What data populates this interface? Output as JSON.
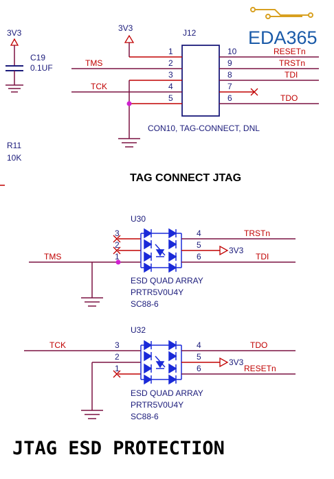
{
  "logo": {
    "text": "EDA365"
  },
  "c19": {
    "ref": "C19",
    "value": "0.1UF",
    "rail": "3V3"
  },
  "r11": {
    "ref": "R11",
    "value": "10K"
  },
  "j12": {
    "ref": "J12",
    "rail": "3V3",
    "desc": "CON10, TAG-CONNECT, DNL",
    "left_pins": [
      "1",
      "2",
      "3",
      "4",
      "5"
    ],
    "right_pins": [
      "10",
      "9",
      "8",
      "7",
      "6"
    ],
    "left_nets": {
      "tms": "TMS",
      "tck": "TCK"
    },
    "right_nets": [
      "RESETn",
      "TRSTn",
      "TDI",
      "",
      "TDO"
    ]
  },
  "tag_title": "TAG CONNECT JTAG",
  "u30": {
    "ref": "U30",
    "left_pins": [
      "3",
      "2",
      "1"
    ],
    "right_pins": [
      "4",
      "5",
      "6"
    ],
    "left_net": "TMS",
    "right_nets": [
      "TRSTn",
      "3V3",
      "TDI"
    ],
    "desc": [
      "ESD QUAD ARRAY",
      "PRTR5V0U4Y",
      "SC88-6"
    ]
  },
  "u32": {
    "ref": "U32",
    "left_pins": [
      "3",
      "2",
      "1"
    ],
    "right_pins": [
      "4",
      "5",
      "6"
    ],
    "left_net": "TCK",
    "right_nets": [
      "TDO",
      "3V3",
      "RESETn"
    ],
    "desc": [
      "ESD QUAD ARRAY",
      "PRTR5V0U4Y",
      "SC88-6"
    ]
  },
  "esd_title": "JTAG ESD PROTECTION",
  "colors": {
    "wire": "#7a1040",
    "pin": "#c00000",
    "net_label": "#c00000",
    "text": "#1a1a7a",
    "diode": "#1a2ad8",
    "junction": "#d020d0",
    "logo": "#1a5aa8",
    "logo_accent": "#d8a020"
  }
}
